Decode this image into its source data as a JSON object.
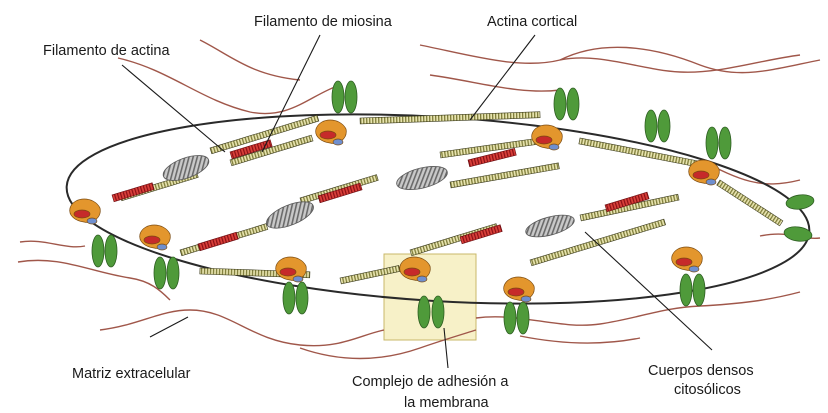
{
  "labels": {
    "myosin_filament": "Filamento de miosina",
    "cortical_actin": "Actina cortical",
    "actin_filament": "Filamento de actina",
    "extracellular_matrix": "Matriz extracelular",
    "adhesion_complex_line1": "Complejo de adhesión a",
    "adhesion_complex_line2": "la membrana",
    "dense_bodies_line1": "Cuerpos densos",
    "dense_bodies_line2": "citosólicos"
  },
  "colors": {
    "membrane": "#2a2a2a",
    "ecm_fiber": "#a0574a",
    "integrin_green": "#4f9a3a",
    "myosin_red": "#b81e23",
    "actin_stripe": "#8c8a45",
    "dense_body": "#8a8a8a",
    "adhesion_orange": "#e3962d",
    "highlight_box": "#f7f1c8"
  }
}
